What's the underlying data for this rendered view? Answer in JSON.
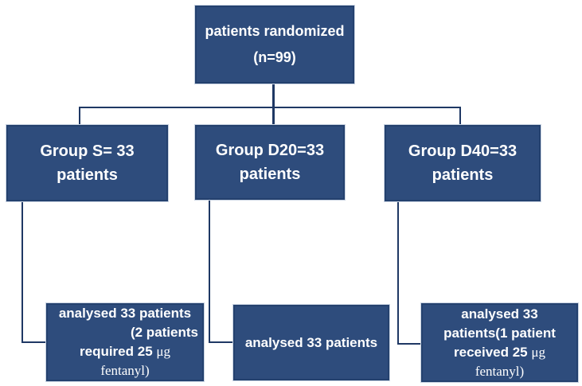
{
  "diagram": {
    "title": "patient randomization flowchart",
    "colors": {
      "box_fill": "#2e4c7c",
      "box_border": "#24416e",
      "box_outer_halo": "#c9d3e2",
      "connector": "#1f3864",
      "text": "#ffffff",
      "background": "#ffffff"
    },
    "nodes": {
      "randomized": {
        "line1": "patients randomized",
        "line2": "(n=99)"
      },
      "group_s": {
        "line1": "Group S= 33 patients"
      },
      "group_d20": {
        "line1": "Group D20=33",
        "line2": "patients"
      },
      "group_d40": {
        "line1": "Group D40=33",
        "line2": "patients"
      },
      "analysed_s": {
        "line1": "analysed 33 patients",
        "line2": "(2 patients",
        "line3_sans": "required 25 ",
        "line3_serif": "μg",
        "line4_serif": "fentanyl)"
      },
      "analysed_d20": {
        "line1": "analysed 33 patients"
      },
      "analysed_d40": {
        "line1": "analysed 33",
        "line2": "patients(1 patient",
        "line3_sans": "received 25 ",
        "line3_serif": "μg",
        "line4_serif": "fentanyl)"
      }
    }
  }
}
